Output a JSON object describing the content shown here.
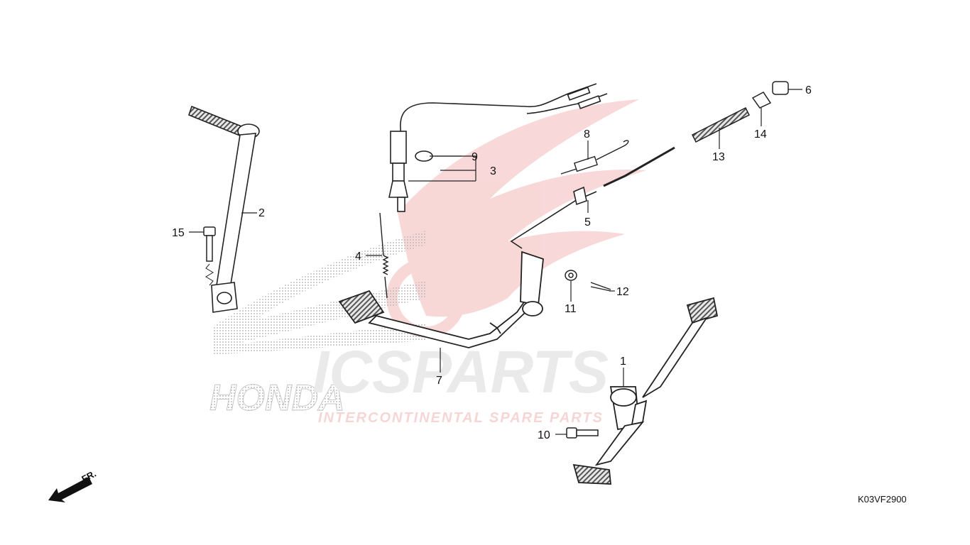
{
  "diagram": {
    "code": "K03VF2900",
    "front_label": "FR.",
    "callouts": {
      "c1": "1",
      "c2": "2",
      "c3": "3",
      "c4": "4",
      "c5": "5",
      "c6": "6",
      "c7": "7",
      "c8": "8",
      "c9": "9",
      "c10": "10",
      "c11": "11",
      "c12": "12",
      "c13": "13",
      "c14": "14",
      "c15": "15"
    }
  },
  "watermark": {
    "brand": "HONDA",
    "logo_text": "ICSPARTS",
    "tagline": "INTERCONTINENTAL SPARE PARTS",
    "accent": "#e63b3b",
    "gray": "#bdbdbd"
  }
}
